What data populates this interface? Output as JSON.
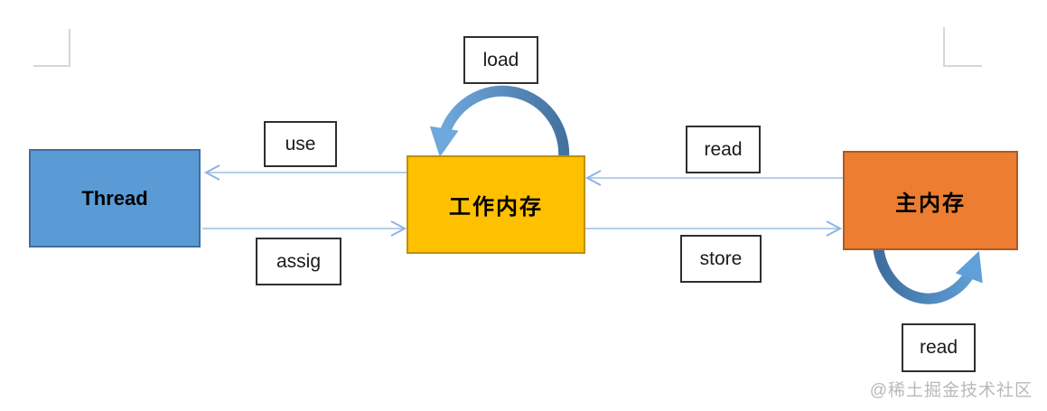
{
  "colors": {
    "thread_fill": "#5B9BD5",
    "thread_border": "#3D6DA3",
    "wm_fill": "#FFC000",
    "wm_border": "#BF9000",
    "mm_fill": "#ED7D31",
    "mm_border": "#AE5A21",
    "arrow_line": "#A9C8EA",
    "arrow_chevron": "#8FB4E0",
    "loop_load_light": "#6FA8DC",
    "loop_load_dark": "#44729F",
    "loop_read_dark": "#3E6D9E",
    "loop_read_light": "#5FA0D8",
    "label_border": "#2F2F2F",
    "label_text": "#1A1A1A",
    "node_text": "#000000",
    "watermark_text": "#B9B9B9",
    "corner_mark": "#D6D6D6"
  },
  "nodes": {
    "thread": {
      "label": "Thread"
    },
    "working_memory": {
      "label": "工作内存"
    },
    "main_memory": {
      "label": "主内存"
    }
  },
  "edges": {
    "use": {
      "label": "use"
    },
    "assign": {
      "label": "assig"
    },
    "load": {
      "label": "load"
    },
    "read_top": {
      "label": "read"
    },
    "store": {
      "label": "store"
    },
    "read_bottom": {
      "label": "read"
    }
  },
  "watermark": {
    "text": "@稀土掘金技术社区"
  }
}
